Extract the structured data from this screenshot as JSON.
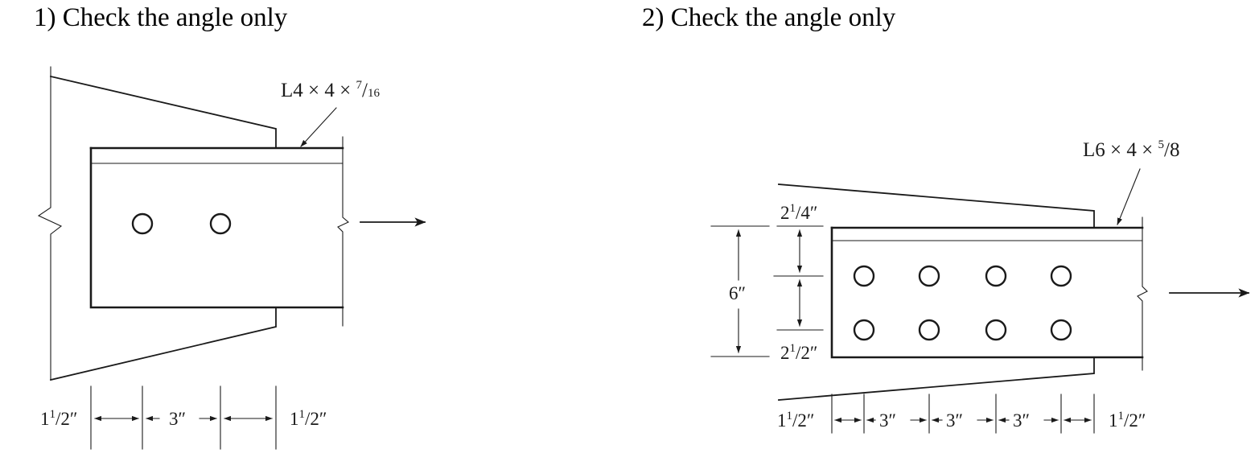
{
  "problems": [
    {
      "title": "1) Check the angle only",
      "section_label": {
        "main": "L4 × 4 × ",
        "num": "7",
        "den": "16"
      },
      "dimensions": [
        {
          "whole": "1",
          "num": "1",
          "den": "2",
          "unit": "″"
        },
        {
          "text": "3″"
        },
        {
          "whole": "1",
          "num": "1",
          "den": "2",
          "unit": "″"
        }
      ],
      "bolt_count": 2
    },
    {
      "title": "2) Check the angle only",
      "section_label": {
        "main": "L6 × 4 × ",
        "num": "5",
        "den": "8"
      },
      "dimensions": [
        {
          "whole": "1",
          "num": "1",
          "den": "2",
          "unit": "″"
        },
        {
          "text": "3″"
        },
        {
          "text": "3″"
        },
        {
          "text": "3″"
        },
        {
          "whole": "1",
          "num": "1",
          "den": "2",
          "unit": "″"
        }
      ],
      "vertical_dimensions": [
        {
          "whole": "2",
          "num": "1",
          "den": "4",
          "unit": "″"
        },
        {
          "text": "6″"
        },
        {
          "whole": "2",
          "num": "1",
          "den": "2",
          "unit": "″"
        }
      ],
      "bolt_count": 8
    }
  ]
}
